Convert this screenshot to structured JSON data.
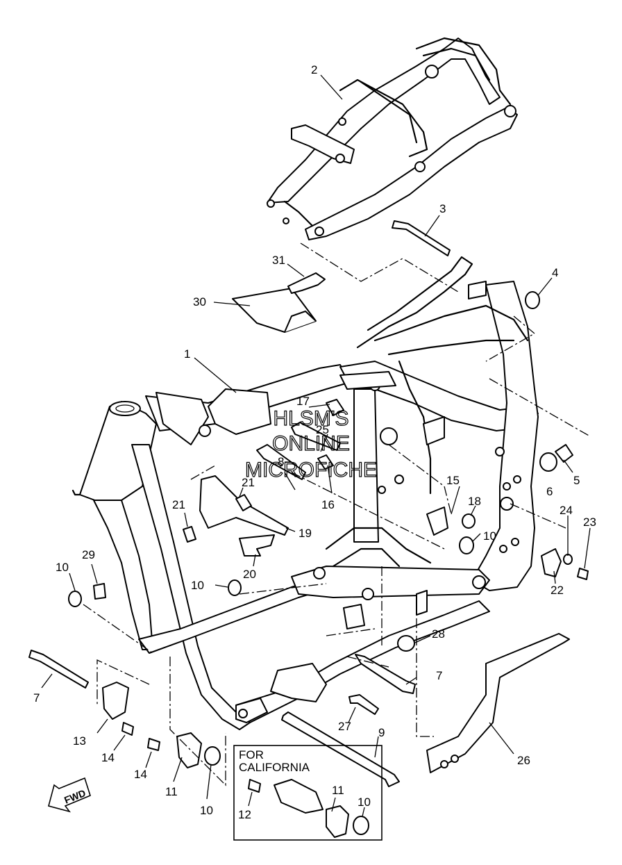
{
  "watermark": {
    "line1": "HLSM'S",
    "line2": "ONLINE",
    "line3": "MICROFICHE"
  },
  "california_box": {
    "line1": "FOR",
    "line2": "CALIFORNIA"
  },
  "fwd_arrow": {
    "label": "FWD",
    "icon": "forward-arrow-icon"
  },
  "callouts": {
    "c1": "1",
    "c2": "2",
    "c3": "3",
    "c4": "4",
    "c5": "5",
    "c6": "6",
    "c7a": "7",
    "c7b": "7",
    "c8": "8",
    "c9": "9",
    "c10a": "10",
    "c10b": "10",
    "c10c": "10",
    "c10d": "10",
    "c10e": "10",
    "c11a": "11",
    "c11b": "11",
    "c12": "12",
    "c13": "13",
    "c14a": "14",
    "c14b": "14",
    "c15": "15",
    "c16": "16",
    "c17": "17",
    "c18": "18",
    "c19": "19",
    "c20": "20",
    "c21a": "21",
    "c21b": "21",
    "c22": "22",
    "c23": "23",
    "c24": "24",
    "c25": "25",
    "c26": "26",
    "c27": "27",
    "c28": "28",
    "c29": "29",
    "c30": "30",
    "c31": "31"
  }
}
